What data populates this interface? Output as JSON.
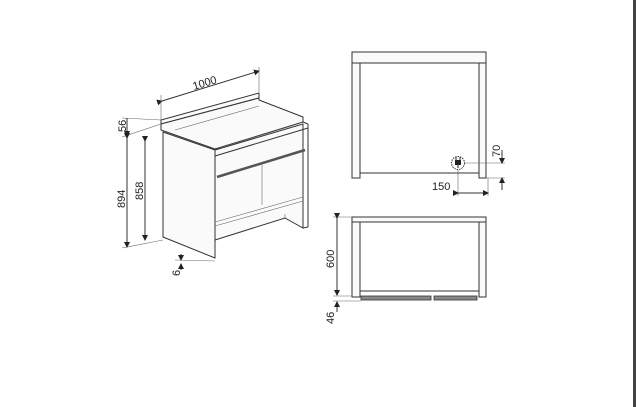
{
  "dimensions": {
    "width": "1000",
    "backsplash_height": "56",
    "total_height": "894",
    "worktop_height": "858",
    "foot_gap": "6",
    "socket_height": "70",
    "socket_offset": "150",
    "depth": "600",
    "handle_depth": "46"
  },
  "icons": {
    "socket": "power-plug-icon"
  },
  "colors": {
    "line": "#333333",
    "edge_bar": "#444444"
  }
}
